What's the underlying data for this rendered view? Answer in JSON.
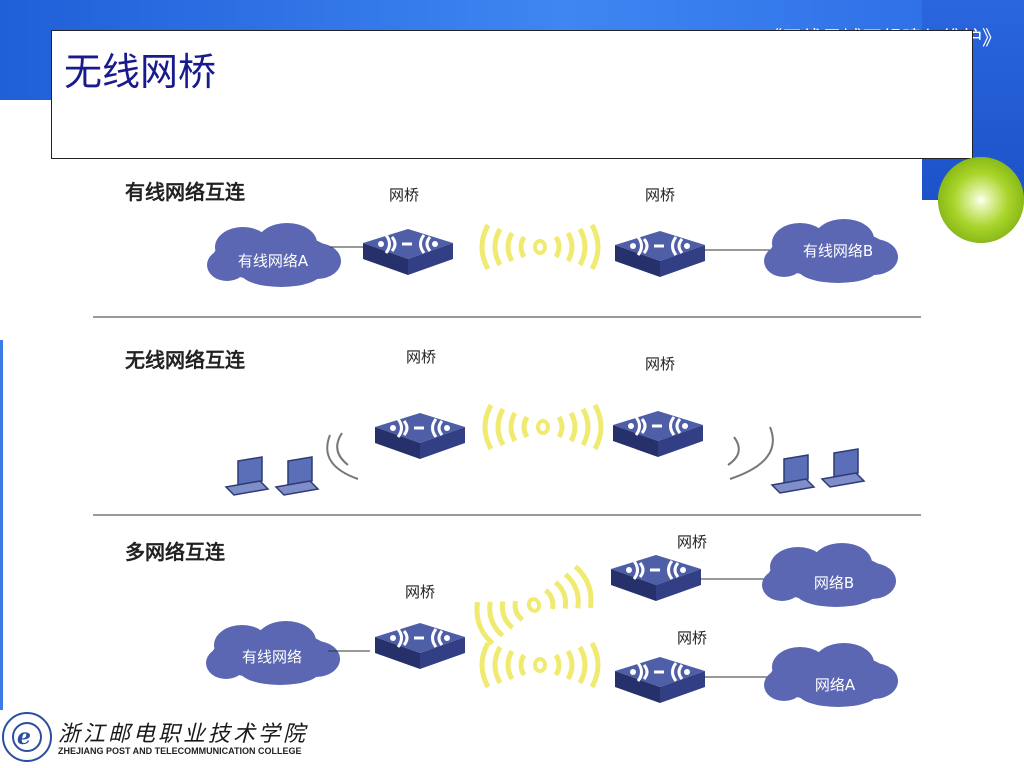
{
  "header": {
    "course_title": "《无线局域网组建与维护》",
    "page_title": "无线网桥"
  },
  "colors": {
    "brand_blue": "#2a66de",
    "title_text": "#1a1a8f",
    "cloud": "#5b67b3",
    "bridge_device": "#3a4a8f",
    "wireless_signal": "#f0ea70",
    "ball_accent": "#8dc21f"
  },
  "diagram": {
    "sections": [
      {
        "title": "有线网络互连",
        "bridge_labels": [
          "网桥",
          "网桥"
        ],
        "network_labels": [
          "有线网络A",
          "有线网络B"
        ]
      },
      {
        "title": "无线网络互连",
        "bridge_labels": [
          "网桥",
          "网桥"
        ]
      },
      {
        "title": "多网络互连",
        "bridge_labels": [
          "网桥",
          "网桥",
          "网桥"
        ],
        "network_labels": [
          "有线网络",
          "网络B",
          "网络A"
        ]
      }
    ]
  },
  "footer": {
    "college_cn": "浙江邮电职业技术学院",
    "college_en": "ZHEJIANG POST AND TELECOMMUNICATION COLLEGE",
    "seal_mark": "e"
  }
}
